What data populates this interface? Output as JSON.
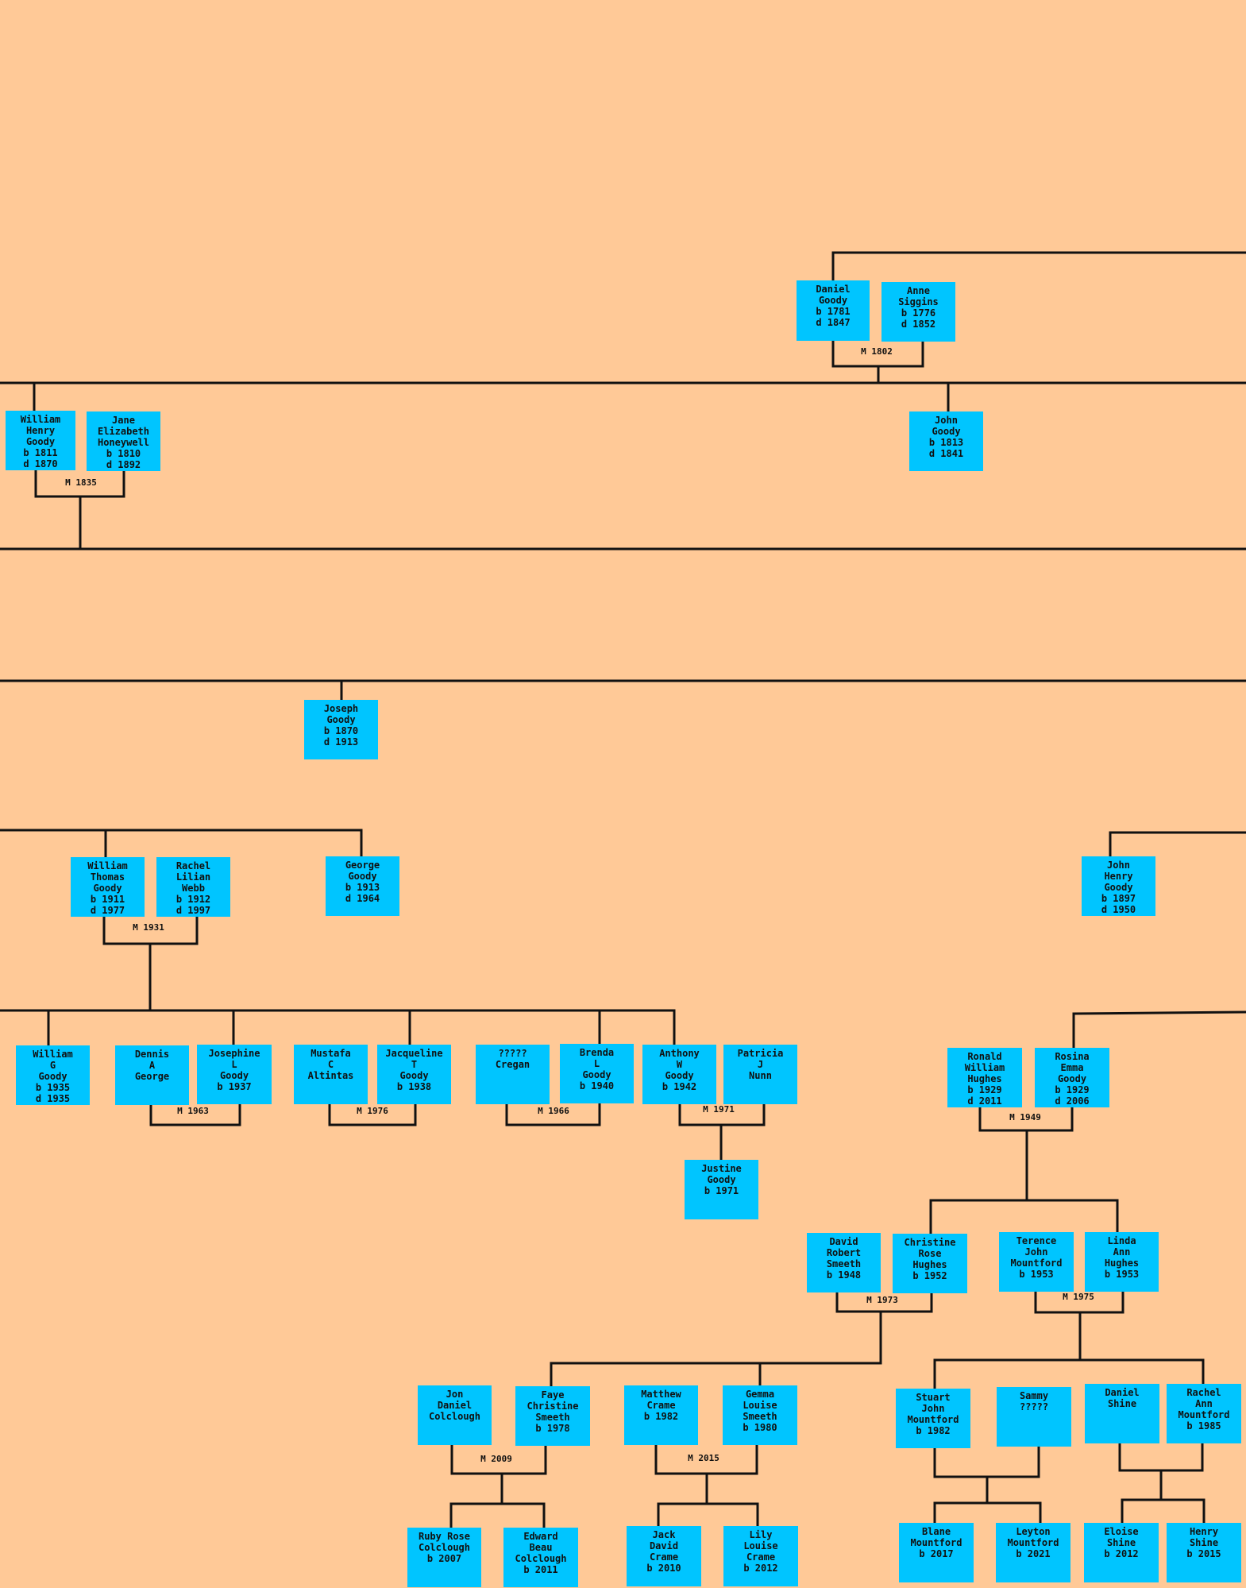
{
  "colors": {
    "background": "#ffc997",
    "box": "#00c5ff",
    "line": "#111111"
  },
  "people": {
    "daniel_goody": [
      "Daniel",
      "Goody",
      "b 1781",
      "d 1847"
    ],
    "anne_siggins": [
      "Anne",
      "Siggins",
      "b 1776",
      "d 1852"
    ],
    "william_henry_goody": [
      "William",
      "Henry",
      "Goody",
      "b 1811",
      "d 1870"
    ],
    "jane_elizabeth_honeywell": [
      "Jane",
      "Elizabeth",
      "Honeywell",
      "b 1810",
      "d 1892"
    ],
    "john_goody_1813": [
      "John",
      "Goody",
      "b 1813",
      "d 1841"
    ],
    "joseph_goody": [
      "Joseph",
      "Goody",
      "b 1870",
      "d 1913"
    ],
    "william_thomas_goody": [
      "William",
      "Thomas",
      "Goody",
      "b 1911",
      "d 1977"
    ],
    "rachel_lilian_webb": [
      "Rachel",
      "Lilian",
      "Webb",
      "b 1912",
      "d 1997"
    ],
    "george_goody": [
      "George",
      "Goody",
      "b 1913",
      "d 1964"
    ],
    "john_henry_goody": [
      "John",
      "Henry",
      "Goody",
      "b 1897",
      "d 1950"
    ],
    "william_g_goody": [
      "William",
      "G",
      "Goody",
      "b 1935",
      "d 1935"
    ],
    "dennis_a_george": [
      "Dennis",
      "A",
      "George"
    ],
    "josephine_l_goody": [
      "Josephine",
      "L",
      "Goody",
      "b 1937"
    ],
    "mustafa_c_altintas": [
      "Mustafa",
      "C",
      "Altintas"
    ],
    "jacqueline_t_goody": [
      "Jacqueline",
      "T",
      "Goody",
      "b 1938"
    ],
    "unknown_cregan": [
      "?????",
      "Cregan"
    ],
    "brenda_l_goody": [
      "Brenda",
      "L",
      "Goody",
      "b 1940"
    ],
    "anthony_w_goody": [
      "Anthony",
      "W",
      "Goody",
      "b 1942"
    ],
    "patricia_j_nunn": [
      "Patricia",
      "J",
      "Nunn"
    ],
    "justine_goody": [
      "Justine",
      "Goody",
      "b 1971"
    ],
    "ronald_william_hughes": [
      "Ronald",
      "William",
      "Hughes",
      "b 1929",
      "d 2011"
    ],
    "rosina_emma_goody": [
      "Rosina",
      "Emma",
      "Goody",
      "b 1929",
      "d 2006"
    ],
    "david_robert_smeeth": [
      "David",
      "Robert",
      "Smeeth",
      "b 1948"
    ],
    "christine_rose_hughes": [
      "Christine",
      "Rose",
      "Hughes",
      "b 1952"
    ],
    "terence_john_mountford": [
      "Terence",
      "John",
      "Mountford",
      "b 1953"
    ],
    "linda_ann_hughes": [
      "Linda",
      "Ann",
      "Hughes",
      "b 1953"
    ],
    "jon_daniel_colclough": [
      "Jon",
      "Daniel",
      "Colclough"
    ],
    "faye_christine_smeeth": [
      "Faye",
      "Christine",
      "Smeeth",
      "b 1978"
    ],
    "matthew_crame": [
      "Matthew",
      "Crame",
      "b 1982"
    ],
    "gemma_louise_smeeth": [
      "Gemma",
      "Louise",
      "Smeeth",
      "b 1980"
    ],
    "stuart_john_mountford": [
      "Stuart",
      "John",
      "Mountford",
      "b 1982"
    ],
    "sammy_unknown": [
      "Sammy",
      "?????"
    ],
    "daniel_shine": [
      "Daniel",
      "Shine"
    ],
    "rachel_ann_mountford": [
      "Rachel",
      "Ann",
      "Mountford",
      "b 1985"
    ],
    "ruby_rose_colclough": [
      "Ruby Rose",
      "Colclough",
      "b 2007"
    ],
    "edward_beau_colclough": [
      "Edward",
      "Beau",
      "Colclough",
      "b 2011"
    ],
    "jack_david_crame": [
      "Jack",
      "David",
      "Crame",
      "b 2010"
    ],
    "lily_louise_crame": [
      "Lily",
      "Louise",
      "Crame",
      "b 2012"
    ],
    "blane_mountford": [
      "Blane",
      "Mountford",
      "b 2017"
    ],
    "leyton_mountford": [
      "Leyton",
      "Mountford",
      "b 2021"
    ],
    "eloise_shine": [
      "Eloise",
      "Shine",
      "b 2012"
    ],
    "henry_shine": [
      "Henry",
      "Shine",
      "b 2015"
    ]
  },
  "marriages": {
    "m_1802": "M 1802",
    "m_1835": "M 1835",
    "m_1931": "M 1931",
    "m_1963": "M 1963",
    "m_1976": "M 1976",
    "m_1966": "M 1966",
    "m_1971": "M 1971",
    "m_1949": "M 1949",
    "m_1973": "M 1973",
    "m_1975": "M 1975",
    "m_2009": "M 2009",
    "m_2015": "M 2015"
  }
}
